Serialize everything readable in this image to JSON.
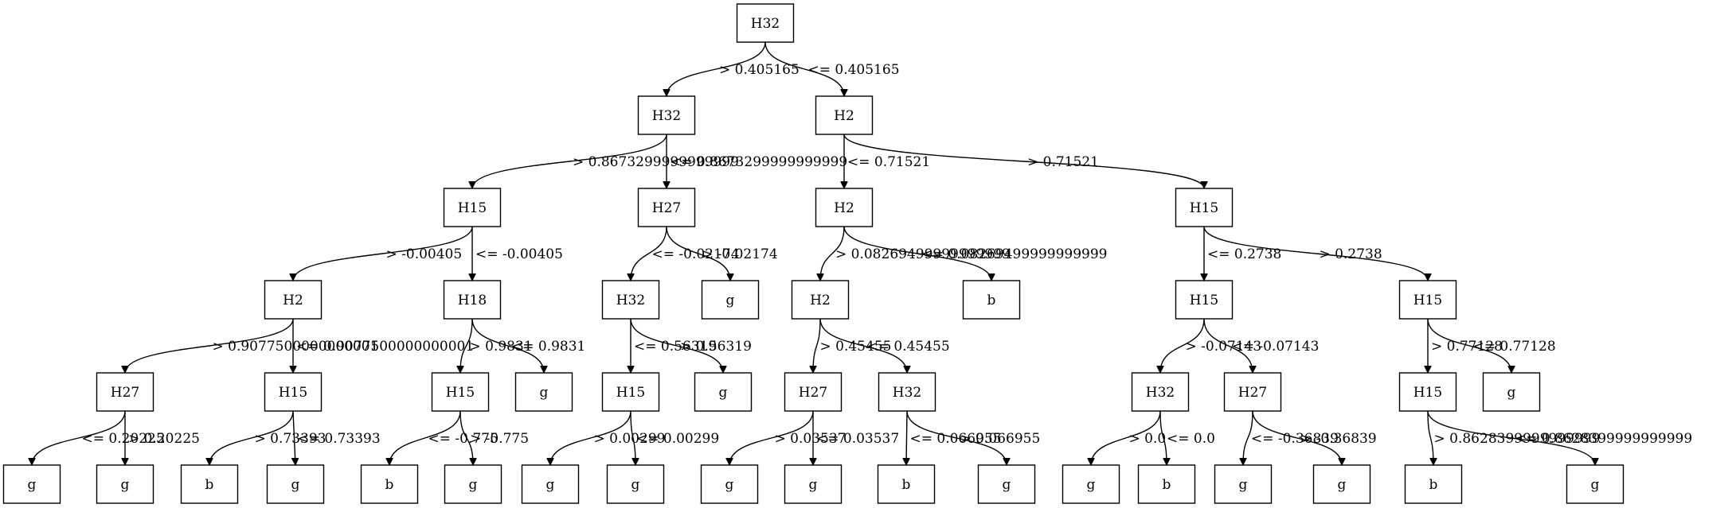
{
  "diagram": {
    "nodes": [
      {
        "id": "n0",
        "label": "H32",
        "row": 0
      },
      {
        "id": "n1",
        "label": "H32",
        "row": 1
      },
      {
        "id": "n2",
        "label": "H2",
        "row": 1
      },
      {
        "id": "n3",
        "label": "H15",
        "row": 2
      },
      {
        "id": "n4",
        "label": "H27",
        "row": 2
      },
      {
        "id": "n5",
        "label": "H2",
        "row": 2
      },
      {
        "id": "n6",
        "label": "H15",
        "row": 2
      },
      {
        "id": "n7",
        "label": "H2",
        "row": 3
      },
      {
        "id": "n8",
        "label": "H18",
        "row": 3
      },
      {
        "id": "n9",
        "label": "H32",
        "row": 3
      },
      {
        "id": "n10",
        "label": "g",
        "row": 3
      },
      {
        "id": "n11",
        "label": "H2",
        "row": 3
      },
      {
        "id": "n12",
        "label": "b",
        "row": 3
      },
      {
        "id": "n13",
        "label": "H15",
        "row": 3
      },
      {
        "id": "n14",
        "label": "H15",
        "row": 3
      },
      {
        "id": "n15",
        "label": "H27",
        "row": 4
      },
      {
        "id": "n16",
        "label": "H15",
        "row": 4
      },
      {
        "id": "n17",
        "label": "H15",
        "row": 4
      },
      {
        "id": "n18",
        "label": "g",
        "row": 4
      },
      {
        "id": "n19",
        "label": "H15",
        "row": 4
      },
      {
        "id": "n20",
        "label": "g",
        "row": 4
      },
      {
        "id": "n21",
        "label": "H27",
        "row": 4
      },
      {
        "id": "n22",
        "label": "H32",
        "row": 4
      },
      {
        "id": "n23",
        "label": "H32",
        "row": 4
      },
      {
        "id": "n24",
        "label": "H27",
        "row": 4
      },
      {
        "id": "n25",
        "label": "H15",
        "row": 4
      },
      {
        "id": "n26",
        "label": "g",
        "row": 4
      },
      {
        "id": "n27",
        "label": "g",
        "row": 5
      },
      {
        "id": "n28",
        "label": "g",
        "row": 5
      },
      {
        "id": "n29",
        "label": "b",
        "row": 5
      },
      {
        "id": "n30",
        "label": "g",
        "row": 5
      },
      {
        "id": "n31",
        "label": "b",
        "row": 5
      },
      {
        "id": "n32",
        "label": "g",
        "row": 5
      },
      {
        "id": "n33",
        "label": "g",
        "row": 5
      },
      {
        "id": "n34",
        "label": "g",
        "row": 5
      },
      {
        "id": "n35",
        "label": "g",
        "row": 5
      },
      {
        "id": "n36",
        "label": "g",
        "row": 5
      },
      {
        "id": "n37",
        "label": "b",
        "row": 5
      },
      {
        "id": "n38",
        "label": "g",
        "row": 5
      },
      {
        "id": "n39",
        "label": "g",
        "row": 5
      },
      {
        "id": "n40",
        "label": "b",
        "row": 5
      },
      {
        "id": "n41",
        "label": "g",
        "row": 5
      },
      {
        "id": "n42",
        "label": "g",
        "row": 5
      },
      {
        "id": "n43",
        "label": "b",
        "row": 5
      },
      {
        "id": "n44",
        "label": "g",
        "row": 5
      }
    ],
    "edges": [
      {
        "from": "n0",
        "to": "n1",
        "label": "> 0.405165"
      },
      {
        "from": "n0",
        "to": "n2",
        "label": "<= 0.405165"
      },
      {
        "from": "n1",
        "to": "n3",
        "label": "> 0.8673299999999999"
      },
      {
        "from": "n1",
        "to": "n4",
        "label": "<= 0.8673299999999999"
      },
      {
        "from": "n2",
        "to": "n5",
        "label": "<= 0.71521"
      },
      {
        "from": "n2",
        "to": "n6",
        "label": "> 0.71521"
      },
      {
        "from": "n3",
        "to": "n7",
        "label": "> -0.00405"
      },
      {
        "from": "n3",
        "to": "n8",
        "label": "<= -0.00405"
      },
      {
        "from": "n4",
        "to": "n9",
        "label": "<= -0.02174"
      },
      {
        "from": "n4",
        "to": "n10",
        "label": "> -0.02174"
      },
      {
        "from": "n5",
        "to": "n11",
        "label": "> 0.08269499999999999"
      },
      {
        "from": "n5",
        "to": "n12",
        "label": "<= 0.08269499999999999"
      },
      {
        "from": "n6",
        "to": "n13",
        "label": "<= 0.2738"
      },
      {
        "from": "n6",
        "to": "n14",
        "label": "> 0.2738"
      },
      {
        "from": "n7",
        "to": "n15",
        "label": "> 0.9077500000000001"
      },
      {
        "from": "n7",
        "to": "n16",
        "label": "<= 0.9077500000000001"
      },
      {
        "from": "n8",
        "to": "n17",
        "label": "> 0.9831"
      },
      {
        "from": "n8",
        "to": "n18",
        "label": "<= 0.9831"
      },
      {
        "from": "n9",
        "to": "n19",
        "label": "<= 0.56319"
      },
      {
        "from": "n9",
        "to": "n20",
        "label": "> 0.56319"
      },
      {
        "from": "n11",
        "to": "n21",
        "label": "> 0.45455"
      },
      {
        "from": "n11",
        "to": "n22",
        "label": "<= 0.45455"
      },
      {
        "from": "n13",
        "to": "n23",
        "label": "> -0.07143"
      },
      {
        "from": "n13",
        "to": "n24",
        "label": "<= -0.07143"
      },
      {
        "from": "n14",
        "to": "n25",
        "label": "> 0.77128"
      },
      {
        "from": "n14",
        "to": "n26",
        "label": "<= 0.77128"
      },
      {
        "from": "n15",
        "to": "n27",
        "label": "<= 0.20225"
      },
      {
        "from": "n15",
        "to": "n28",
        "label": "> 0.20225"
      },
      {
        "from": "n16",
        "to": "n29",
        "label": "> 0.73393"
      },
      {
        "from": "n16",
        "to": "n30",
        "label": "<= 0.73393"
      },
      {
        "from": "n17",
        "to": "n31",
        "label": "<= -0.775"
      },
      {
        "from": "n17",
        "to": "n32",
        "label": "> -0.775"
      },
      {
        "from": "n19",
        "to": "n33",
        "label": "> 0.00299"
      },
      {
        "from": "n19",
        "to": "n34",
        "label": "<= 0.00299"
      },
      {
        "from": "n21",
        "to": "n35",
        "label": "> 0.03537"
      },
      {
        "from": "n21",
        "to": "n36",
        "label": "<= 0.03537"
      },
      {
        "from": "n22",
        "to": "n37",
        "label": "<= 0.066955"
      },
      {
        "from": "n22",
        "to": "n38",
        "label": "> 0.066955"
      },
      {
        "from": "n23",
        "to": "n39",
        "label": "> 0.0"
      },
      {
        "from": "n23",
        "to": "n40",
        "label": "<= 0.0"
      },
      {
        "from": "n24",
        "to": "n41",
        "label": "<= -0.36839"
      },
      {
        "from": "n24",
        "to": "n42",
        "label": "> -0.36839"
      },
      {
        "from": "n25",
        "to": "n43",
        "label": "> 0.8628399999999999"
      },
      {
        "from": "n25",
        "to": "n44",
        "label": "<= 0.8628399999999999"
      }
    ]
  }
}
